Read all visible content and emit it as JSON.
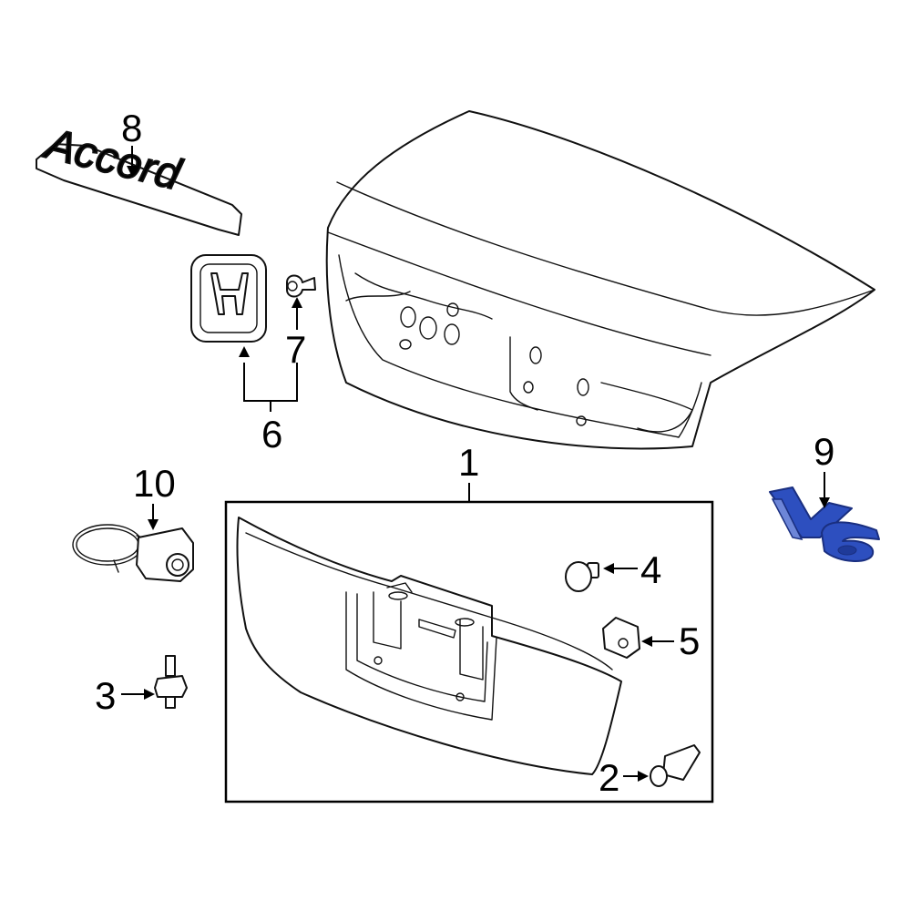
{
  "callouts": {
    "p1": "1",
    "p2": "2",
    "p3": "3",
    "p4": "4",
    "p5": "5",
    "p6": "6",
    "p7": "7",
    "p8": "8",
    "p9": "9",
    "p10": "10"
  },
  "emblem_texts": {
    "accord": "Accord",
    "v6": "V6"
  },
  "colors": {
    "highlight": "#2d4fbf",
    "highlight_stroke": "#1a2f80",
    "line": "#111111"
  }
}
